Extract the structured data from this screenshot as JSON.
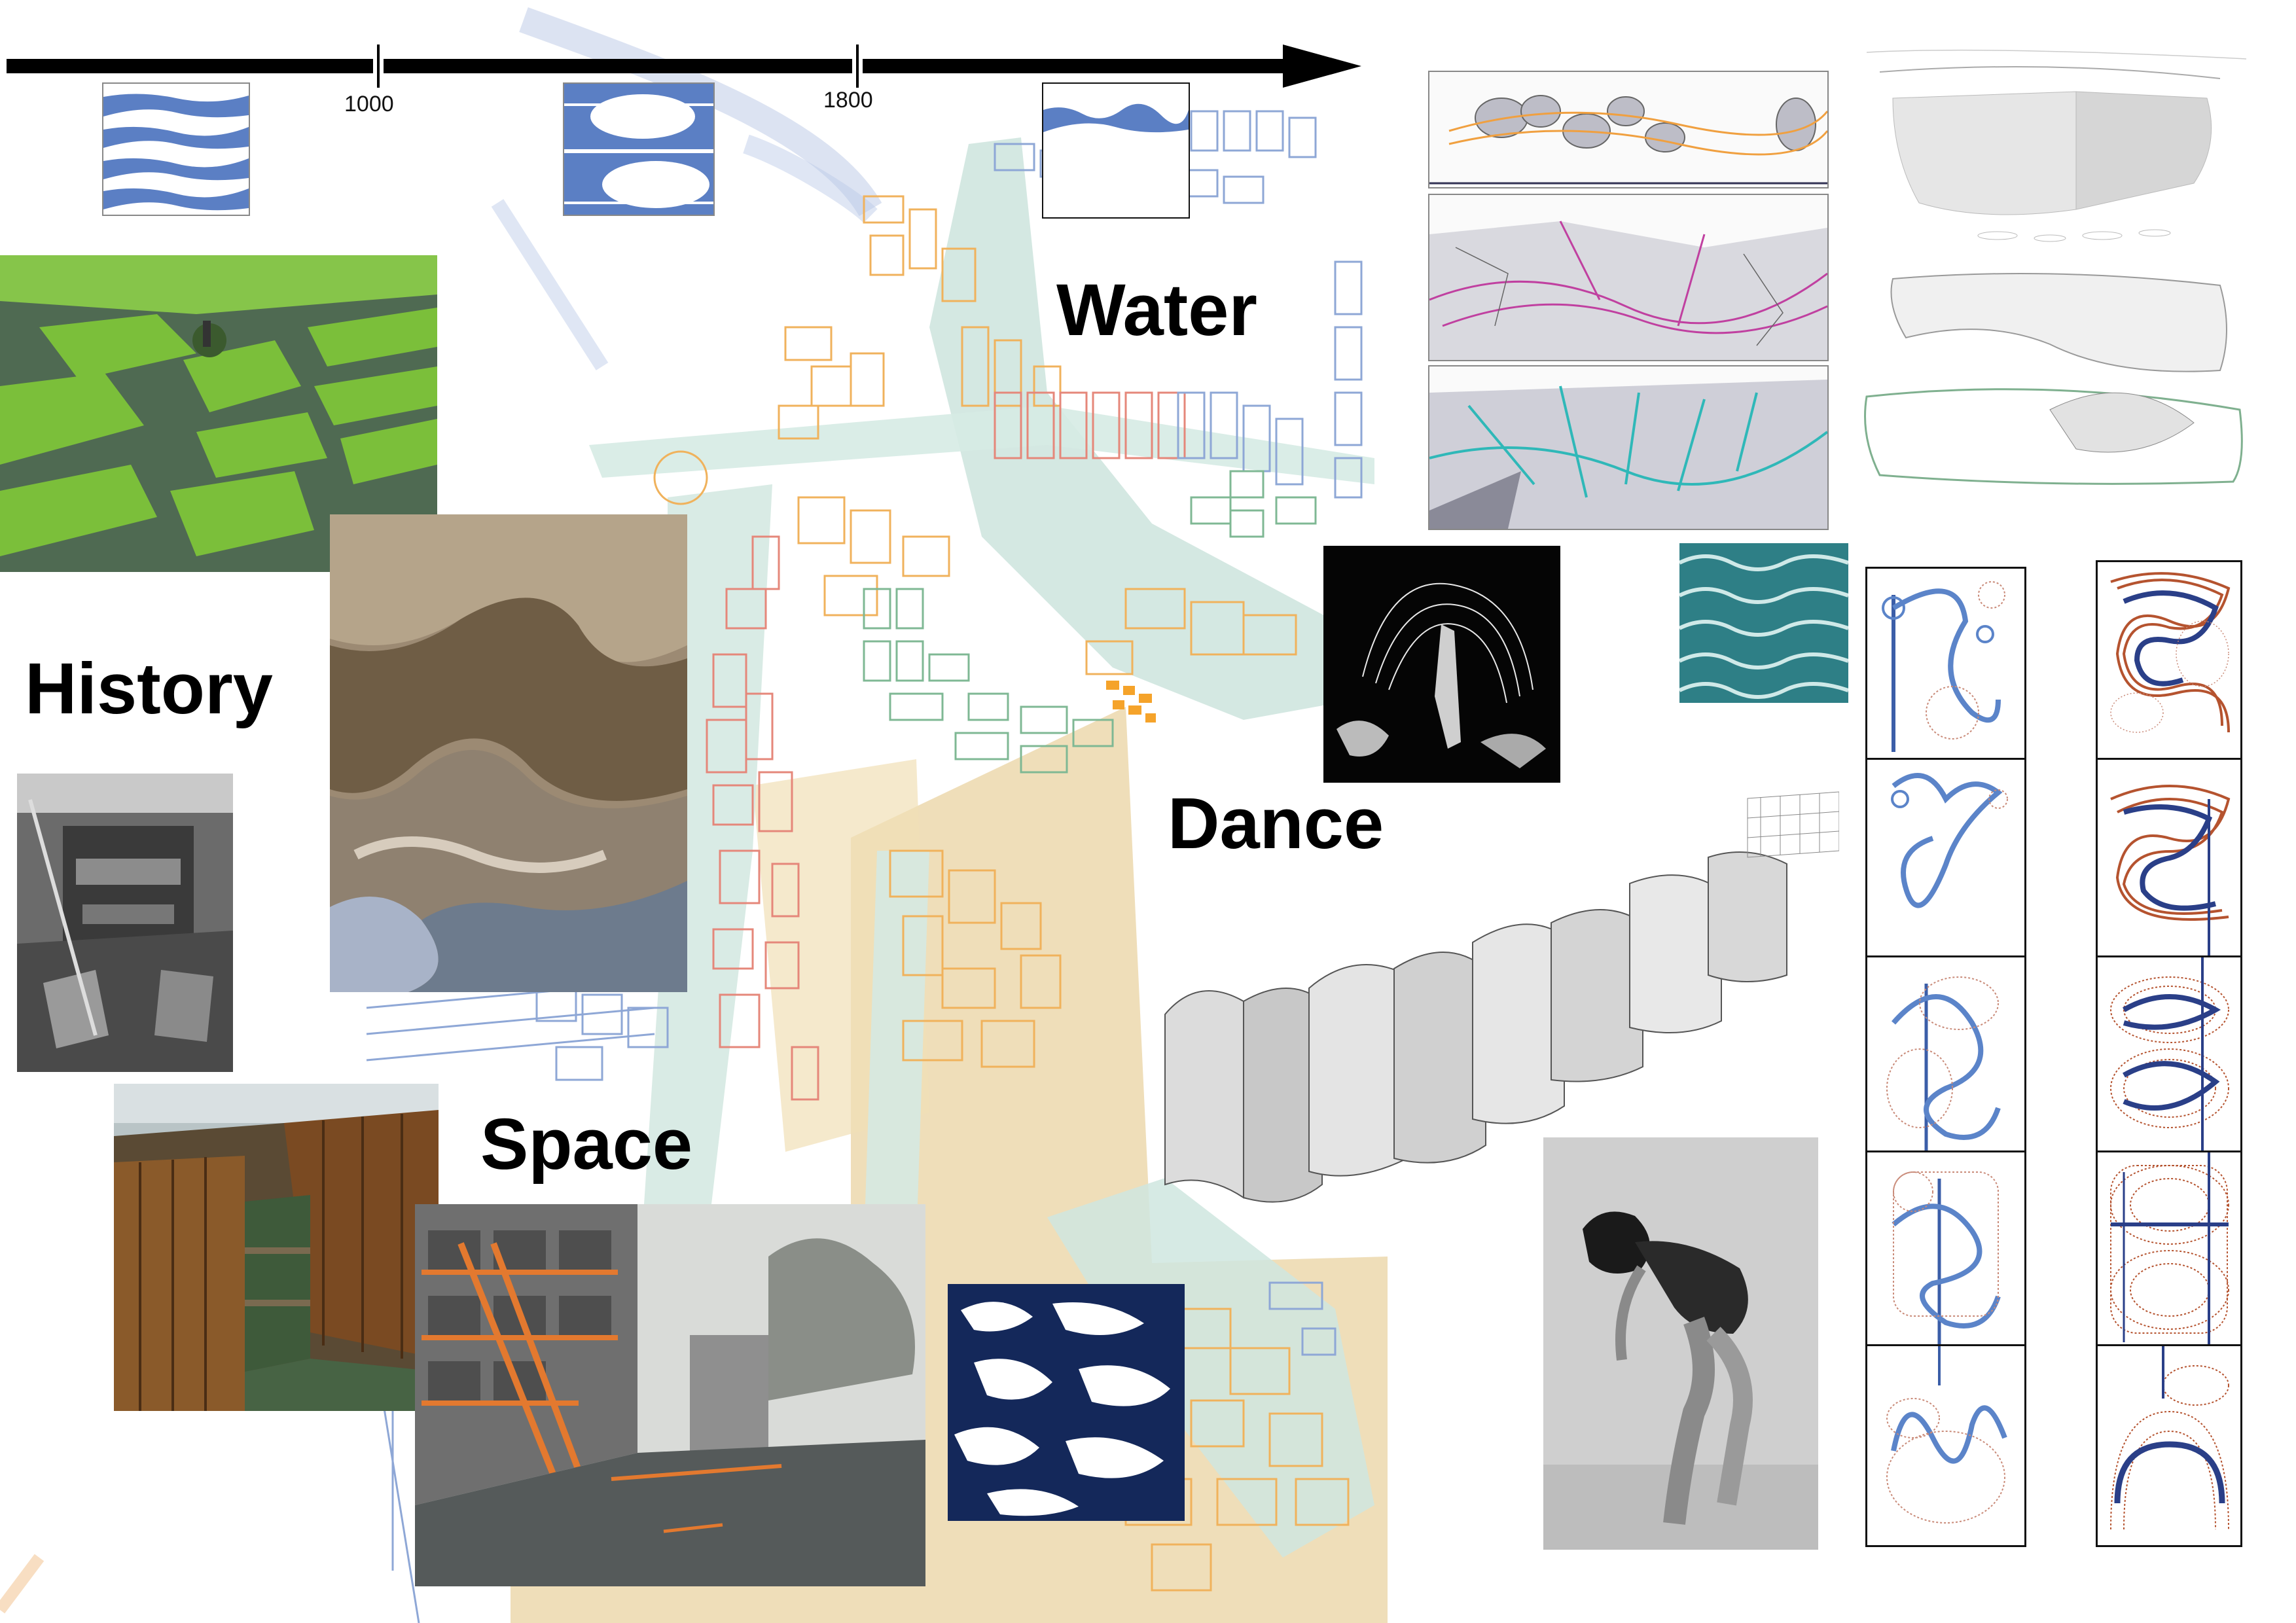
{
  "timeline": {
    "ticks": [
      {
        "label": "1000"
      },
      {
        "label": "1800"
      }
    ]
  },
  "headings": {
    "water": "Water",
    "history": "History",
    "dance": "Dance",
    "space": "Space"
  },
  "colors": {
    "map_orange": "#f2b35a",
    "map_red": "#e88a7c",
    "map_blue": "#8fa8d8",
    "map_green": "#8fc0a0",
    "map_teal_band": "#cfe4dd",
    "map_sand": "#e8d3a6",
    "diagram_blue": "#5b84c9",
    "diagram_rust": "#b5532f",
    "water_teal": "#2e7f86",
    "water_navy": "#14285a"
  },
  "icons": {
    "timeline_arrow": "arrow-right-icon"
  }
}
